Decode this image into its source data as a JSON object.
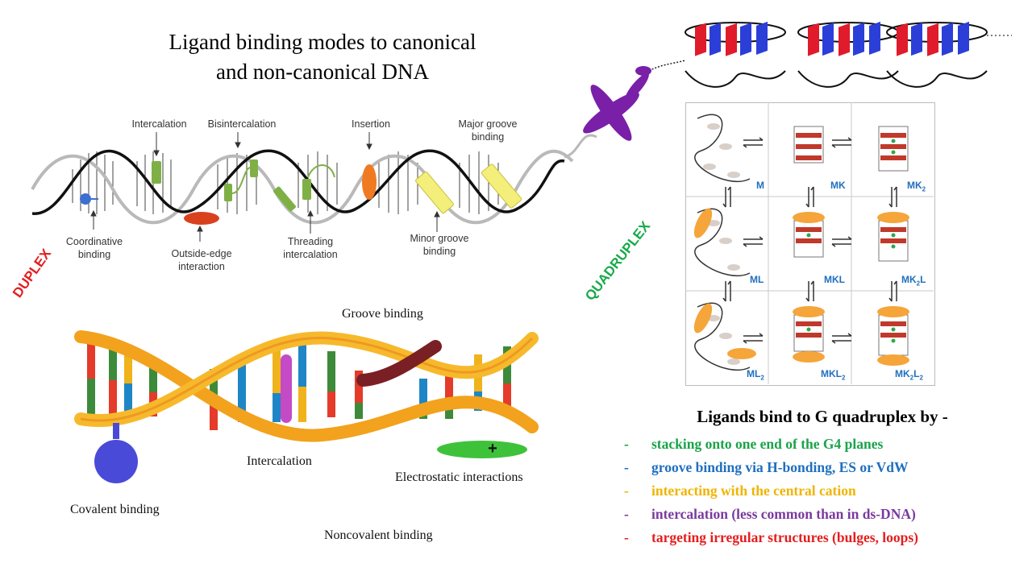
{
  "title": [
    "Ligand binding modes to canonical",
    "and non-canonical  DNA"
  ],
  "side_labels": {
    "duplex": "DUPLEX",
    "quadruplex": "QUADRUPLEX"
  },
  "top_diagram_labels": {
    "intercalation": "Intercalation",
    "bisintercalation": "Bisintercalation",
    "insertion": "Insertion",
    "major_groove": [
      "Major groove",
      "binding"
    ],
    "coordinative": [
      "Coordinative",
      "binding"
    ],
    "outside_edge": [
      "Outside-edge",
      "interaction"
    ],
    "threading": [
      "Threading",
      "intercalation"
    ],
    "minor_groove": [
      "Minor groove",
      "binding"
    ]
  },
  "bottom_diagram_labels": {
    "groove_binding": "Groove binding",
    "intercalation": "Intercalation",
    "electrostatic": "Electrostatic interactions",
    "covalent": "Covalent binding",
    "noncovalent": "Noncovalent binding",
    "plus_sign": "+"
  },
  "quadruplex_states": [
    [
      "M",
      "MK",
      "MK2"
    ],
    [
      "ML",
      "MKL",
      "MK2L"
    ],
    [
      "ML2",
      "MKL2",
      "MK2L2"
    ]
  ],
  "ligand_list": {
    "heading": "Ligands bind to G quadruplex by -",
    "items": [
      {
        "dash": "-",
        "text": "stacking onto one end of the G4 planes",
        "color": "#1aa34a"
      },
      {
        "dash": "-",
        "text": "groove binding via H-bonding, ES or VdW",
        "color": "#1f6fbf"
      },
      {
        "dash": "-",
        "text": "interacting with the central cation",
        "color": "#f0b400"
      },
      {
        "dash": "-",
        "text": "intercalation (less common than in ds-DNA)",
        "color": "#7a3aa0"
      },
      {
        "dash": "-",
        "text": "targeting irregular structures (bulges, loops)",
        "color": "#e41e1e"
      }
    ]
  },
  "colors": {
    "duplex_label": "#e41e1e",
    "quadruplex_label": "#18a94a",
    "state_label": "#1f6fbf",
    "helix_gold": "#f2a21c",
    "ligand_orange": "#f5a53a",
    "chromosome_purple": "#7a1fa8"
  }
}
